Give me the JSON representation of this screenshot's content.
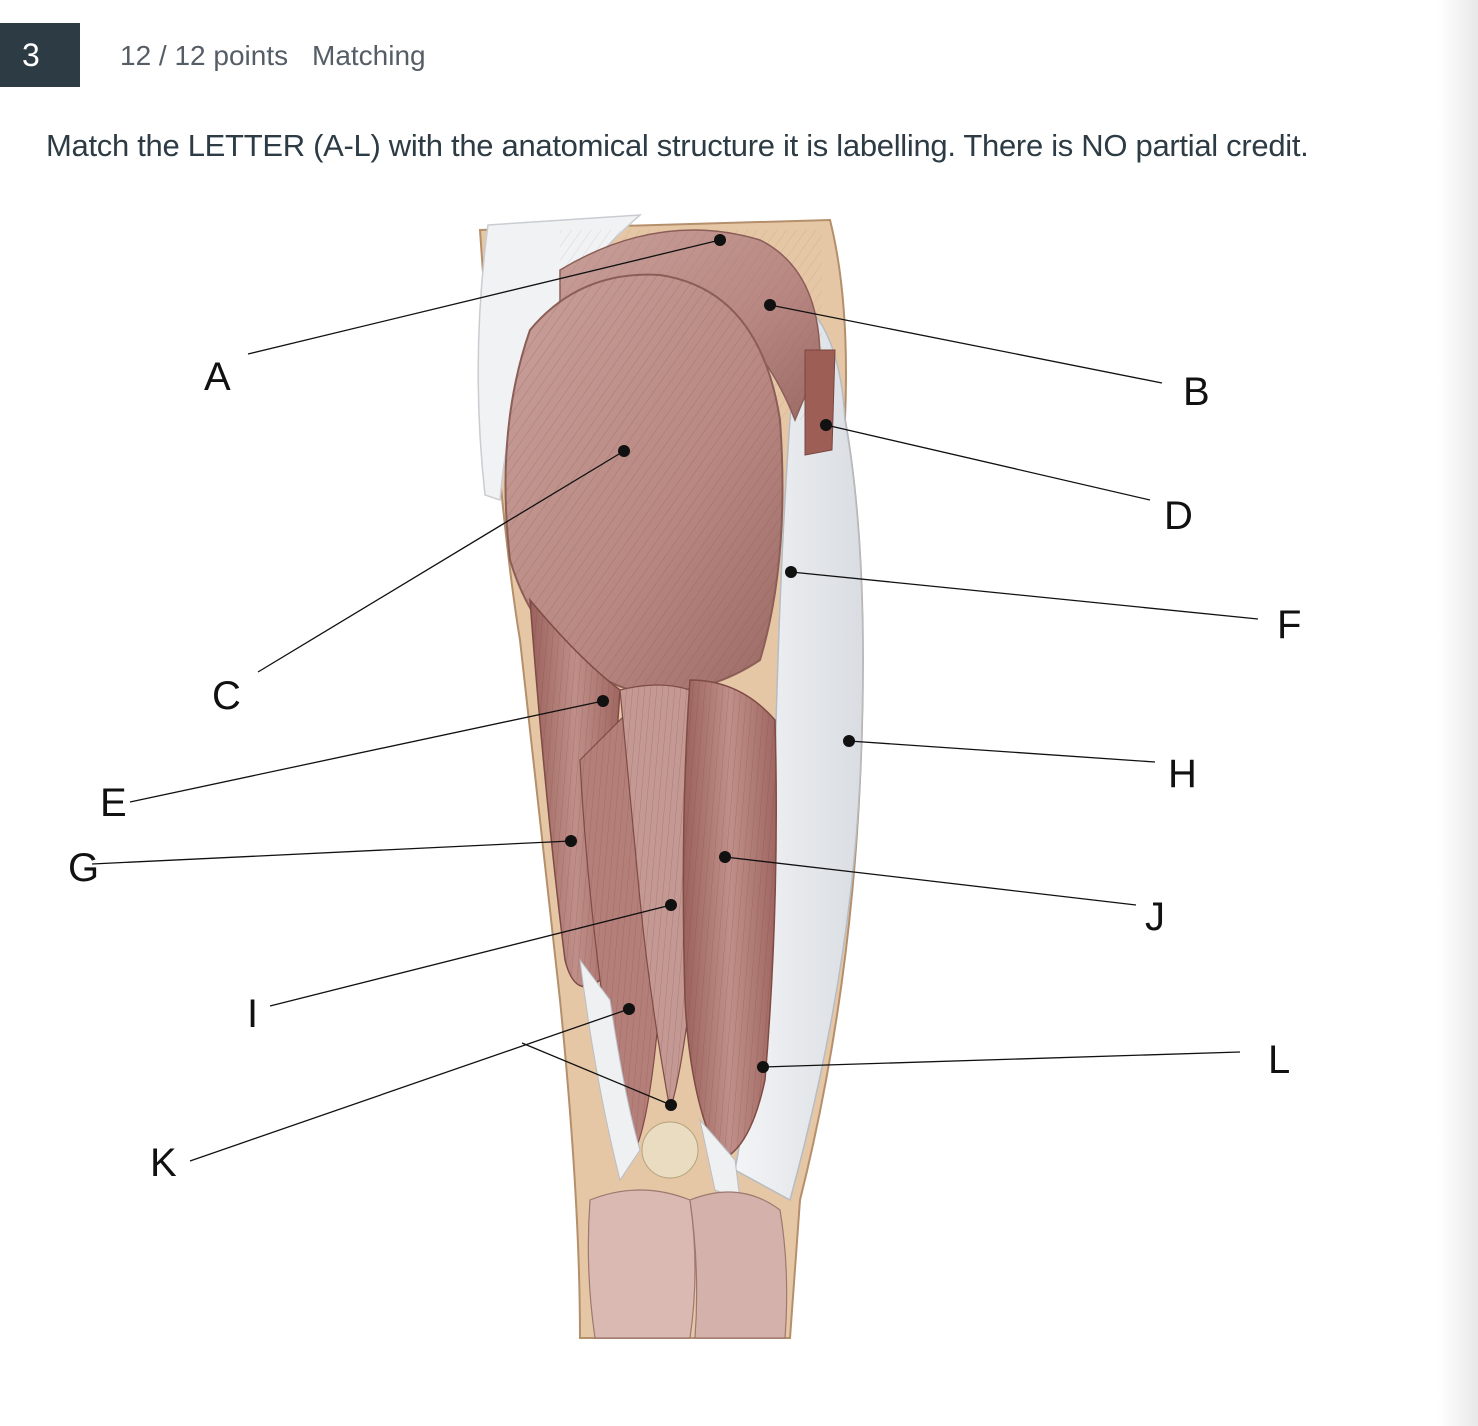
{
  "question": {
    "number": "3",
    "points": "12 / 12 points",
    "type": "Matching",
    "prompt": "Match the LETTER (A-L) with the anatomical structure it is labelling.  There is NO partial credit."
  },
  "figure": {
    "labels": [
      "A",
      "B",
      "C",
      "D",
      "E",
      "F",
      "G",
      "H",
      "I",
      "J",
      "K",
      "L"
    ],
    "colors": {
      "muscle": "#b98a84",
      "muscle_dark": "#8e5a55",
      "tendon": "#e9ecef",
      "skin": "#e8c9a6",
      "leader": "#111111"
    }
  }
}
